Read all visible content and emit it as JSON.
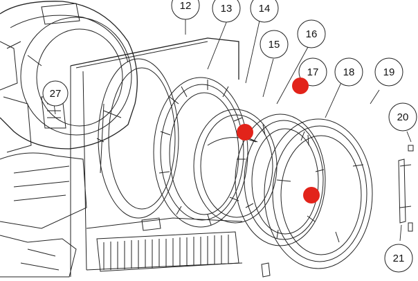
{
  "diagram": {
    "callouts": [
      {
        "id": "c12",
        "label": "12"
      },
      {
        "id": "c13",
        "label": "13"
      },
      {
        "id": "c14",
        "label": "14"
      },
      {
        "id": "c15",
        "label": "15"
      },
      {
        "id": "c16",
        "label": "16"
      },
      {
        "id": "c17",
        "label": "17"
      },
      {
        "id": "c18",
        "label": "18"
      },
      {
        "id": "c19",
        "label": "19"
      },
      {
        "id": "c20",
        "label": "20"
      },
      {
        "id": "c21",
        "label": "21"
      },
      {
        "id": "c27",
        "label": "27"
      }
    ],
    "hotspots": [
      {
        "id": "h1",
        "target": "17"
      },
      {
        "id": "h2",
        "target": "16"
      },
      {
        "id": "h3",
        "target": "18"
      }
    ],
    "colors": {
      "line": "#222222",
      "hotspot": "#e2231a",
      "background": "#ffffff"
    }
  }
}
